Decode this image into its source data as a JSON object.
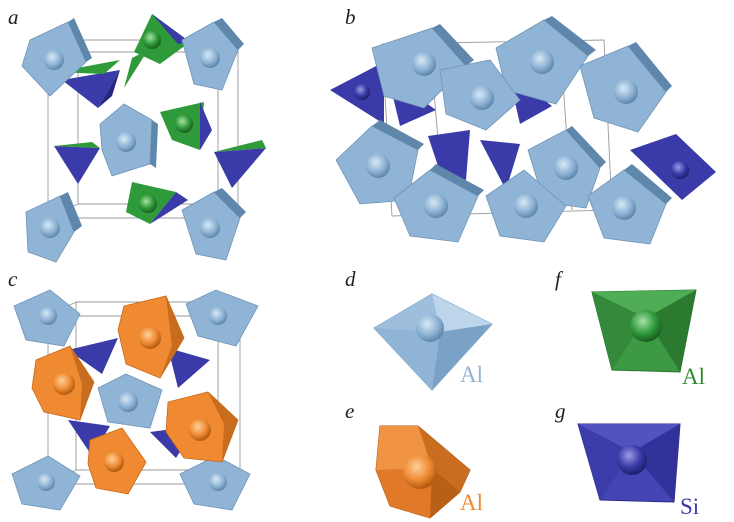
{
  "panels": {
    "a": "a",
    "b": "b",
    "c": "c",
    "d": "d",
    "e": "e",
    "f": "f",
    "g": "g"
  },
  "legend": {
    "d": "Al",
    "e": "Al",
    "f": "Al",
    "g": "Si"
  },
  "colors": {
    "octahedral_al": "#8fb4d6",
    "five_coord_al": "#ef8a32",
    "tetrahedral_al": "#2e9a3a",
    "tetrahedral_si": "#3a3aa8",
    "label_al_oct": "#8fb4d6",
    "label_al_five": "#ef8a32",
    "label_al_tet": "#2e8a2e",
    "label_si": "#3a3aa8"
  }
}
